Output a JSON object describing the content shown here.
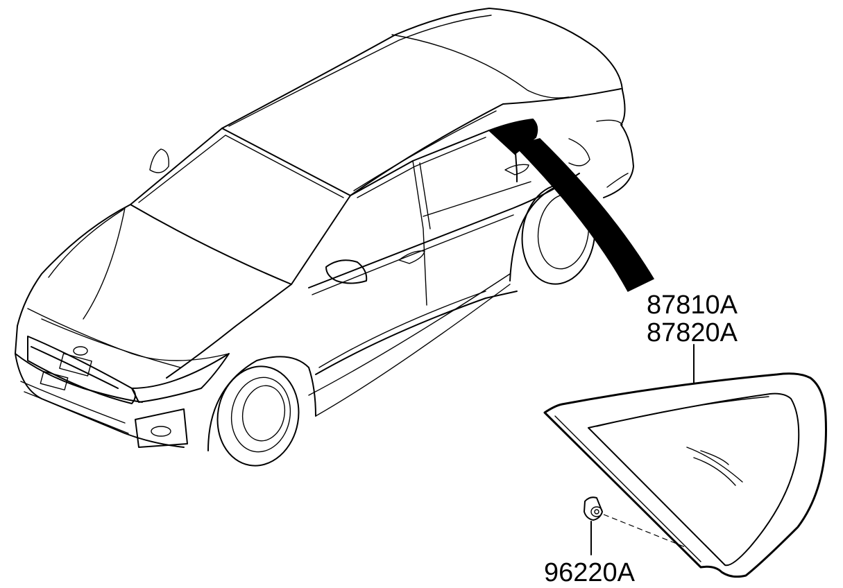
{
  "parts": {
    "quarter_glass_lh": "87810A",
    "quarter_glass_rh": "87820A",
    "fastener": "96220A"
  },
  "colors": {
    "line": "#000000",
    "background": "#ffffff",
    "highlight": "#000000"
  }
}
